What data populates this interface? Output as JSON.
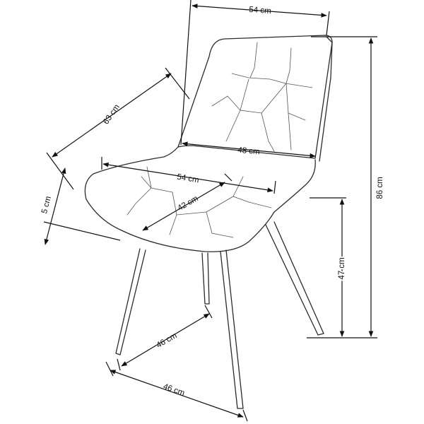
{
  "dimensions": {
    "backrest_width": "54 cm",
    "overall_depth": "63 cm",
    "inner_back_width": "48 cm",
    "seat_width": "54 cm",
    "seat_depth": "42 cm",
    "seat_thickness": "5 cm",
    "overall_height": "86 cm",
    "seat_height": "47 cm",
    "leg_span_side": "46 cm",
    "leg_span_front": "46 cm"
  }
}
